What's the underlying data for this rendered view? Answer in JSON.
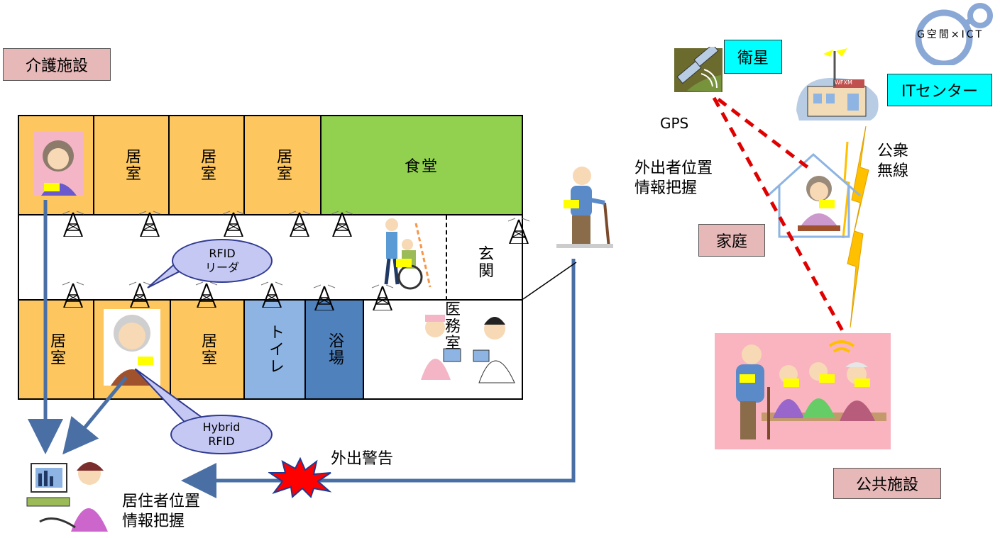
{
  "facility": {
    "title": "介護施設",
    "rooms_top": [
      "居室",
      "居室",
      "居室"
    ],
    "dining": "食堂",
    "entrance": "玄関",
    "rooms_bottom": {
      "room1": "居室",
      "room2": "居室",
      "toilet": "トイレ",
      "bath": "浴場",
      "medical": "医務室"
    },
    "rfid_bubble": "RFID\nリーダ",
    "hybrid_bubble": "Hybrid\nRFID",
    "resident_info": "居住者位置\n情報把握",
    "warning": "外出警告"
  },
  "outside": {
    "satellite_label": "衛星",
    "gps_label": "GPS",
    "it_center_label": "ITセンター",
    "public_radio": "公衆\n無線",
    "outgoer_info": "外出者位置\n情報把握",
    "home_label": "家庭",
    "public_facility_label": "公共施設",
    "logo_text": "G空間×ICT",
    "station_sign": "WFXM"
  },
  "colors": {
    "room_orange": "#fdc65f",
    "dining_green": "#92d050",
    "toilet_blue": "#8db4e2",
    "bath_blue": "#4f81bd",
    "label_pink": "#e6b8b7",
    "label_cyan": "#00ffff",
    "arrow_blue": "#4a6fa5",
    "gps_red": "#e00000",
    "tag_yellow": "#ffff00"
  }
}
